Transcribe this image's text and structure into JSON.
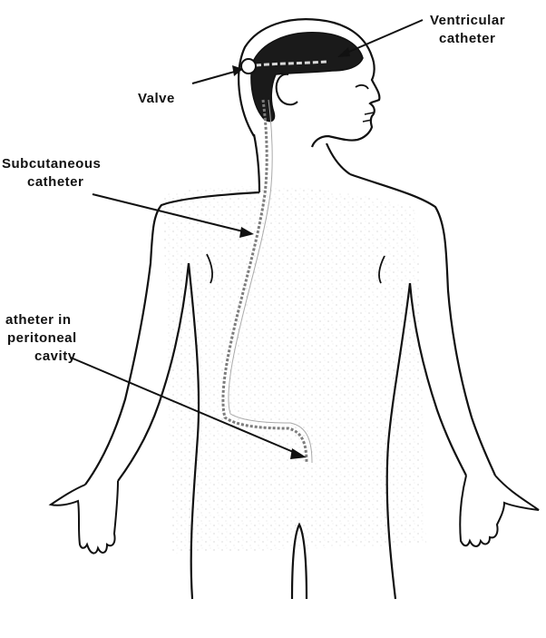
{
  "labels": {
    "ventricular": [
      "Ventricular",
      "catheter"
    ],
    "valve": "Valve",
    "subcutaneous": [
      "Subcutaneous",
      "catheter"
    ],
    "peritoneal": [
      "atheter in",
      "peritoneal",
      "cavity"
    ]
  },
  "colors": {
    "ink": "#111111",
    "ventricle_fill": "#1a1a1a",
    "catheter": "#8a8a8a",
    "speckle": "#b5b5b5"
  }
}
